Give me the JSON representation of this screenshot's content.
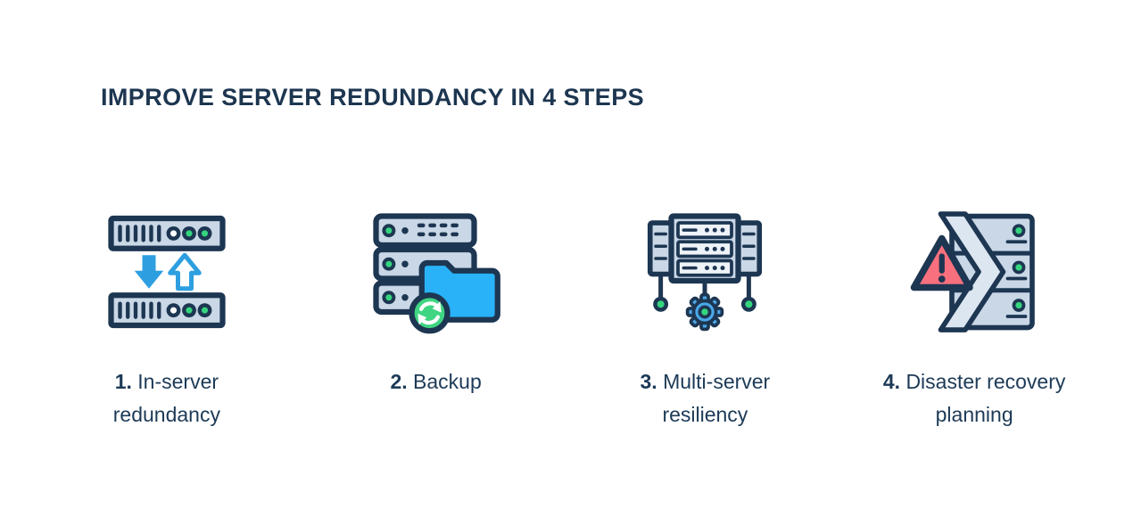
{
  "page": {
    "background_color": "#ffffff"
  },
  "header": {
    "title": "IMPROVE SERVER REDUNDANCY IN 4 STEPS"
  },
  "colors": {
    "text_navy": "#1c3a57",
    "outline_navy": "#1d3652",
    "icon_fill_light": "#c9d7e6",
    "accent_green": "#35d57e",
    "arrow_blue": "#2d9fe0",
    "folder_blue": "#29b2f8",
    "gear_blue": "#4aa8e8",
    "alert_red": "#f8707e"
  },
  "steps": [
    {
      "number": "1.",
      "label": "In-server redundancy",
      "icon": "in-server-redundancy-icon"
    },
    {
      "number": "2.",
      "label": "Backup",
      "icon": "backup-icon"
    },
    {
      "number": "3.",
      "label": "Multi-server resiliency",
      "icon": "multi-server-resiliency-icon"
    },
    {
      "number": "4.",
      "label": "Disaster recovery planning",
      "icon": "disaster-recovery-planning-icon"
    }
  ]
}
